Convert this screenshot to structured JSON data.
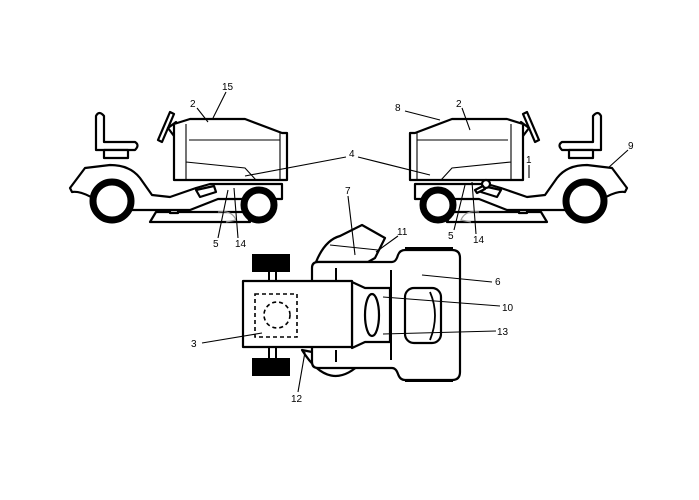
{
  "labels": {
    "l15": "15",
    "l2a": "2",
    "l4": "4",
    "l5a": "5",
    "l14a": "14",
    "l8": "8",
    "l2b": "2",
    "l9": "9",
    "l1": "1",
    "l5b": "5",
    "l14b": "14",
    "l7": "7",
    "l11": "11",
    "l6": "6",
    "l10": "10",
    "l13": "13",
    "l3": "3",
    "l12": "12"
  }
}
